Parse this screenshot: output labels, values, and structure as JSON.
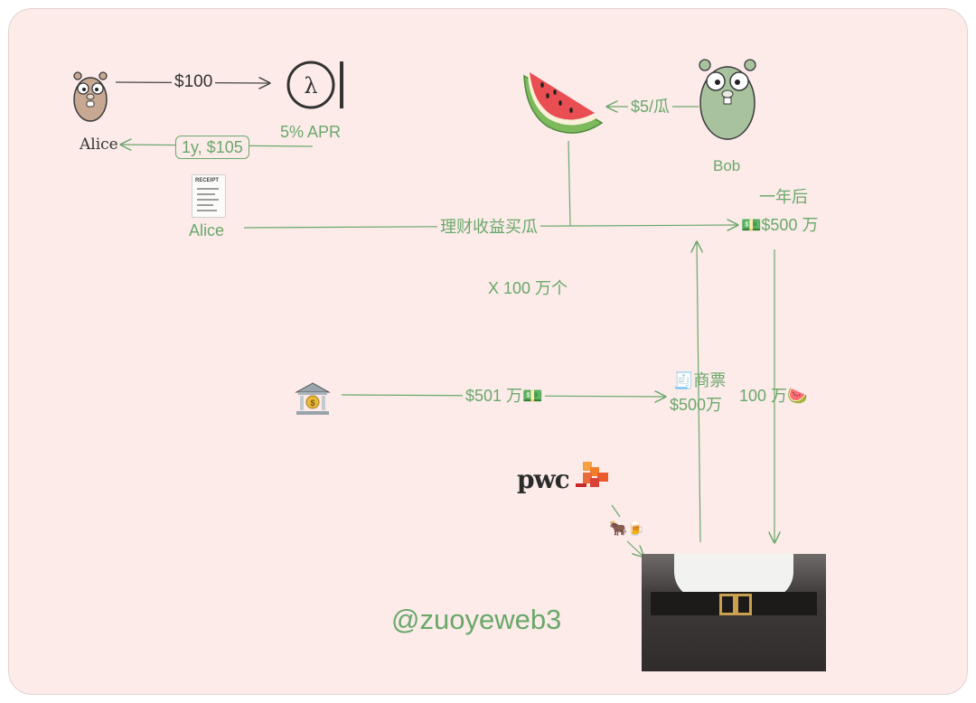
{
  "diagram": {
    "top_left": {
      "deposit_amount": "$100",
      "apr_label": "5% APR",
      "alice_name": "Alice",
      "return_label": "1y, $105",
      "receipt_label": "Alice",
      "receipt_icon_text": "RECEIPT"
    },
    "bob_section": {
      "price_label": "$5/瓜",
      "bob_label": "Bob",
      "one_year_later": "一年后",
      "bob_amount": "💵$500 万"
    },
    "middle": {
      "flow_label": "理财收益买瓜",
      "multiplier": "X 100 万个",
      "bank_amount": "$501 万💵",
      "commercial_paper_line1": "🧾商票",
      "commercial_paper_line2": "$500万",
      "watermelon_count": "100 万🍉"
    },
    "bottom": {
      "pwc_logo_text": "pwc",
      "pwc_gift": "🐂🍺",
      "watermark": "@zuoyeweb3"
    }
  },
  "colors": {
    "accent_green": "#6aa86a",
    "background": "#fcebe9"
  },
  "icons": [
    "gopher-alice-icon",
    "lambda-protocol-icon",
    "receipt-icon",
    "watermelon-icon",
    "gopher-bob-icon",
    "bank-icon",
    "pwc-logo",
    "belt-photo"
  ]
}
